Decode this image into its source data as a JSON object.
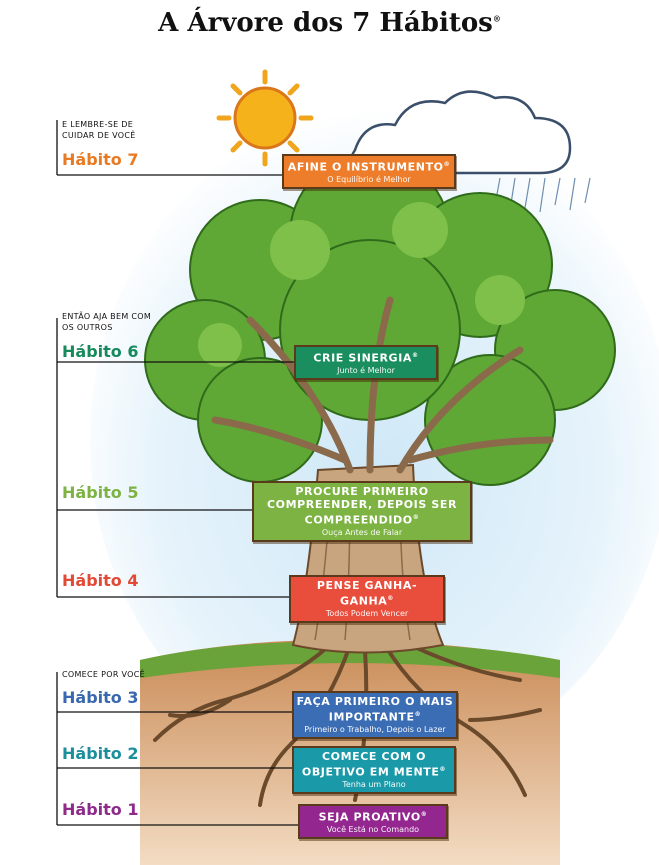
{
  "title": "A Árvore dos 7 Hábitos",
  "title_mark": "®",
  "sections": [
    {
      "note": "E LEMBRE-SE DE CUIDAR DE VOCÊ"
    },
    {
      "note": "ENTÃO AJA BEM COM OS OUTROS"
    },
    {
      "note": "COMECE POR VOCÊ"
    }
  ],
  "habits": [
    {
      "label": "Hábito 7",
      "sign": "AFINE O INSTRUMENTO",
      "subtitle": "O Equilíbrio é Melhor",
      "color": "#ee7d2b",
      "label_color": "#ea7a22"
    },
    {
      "label": "Hábito 6",
      "sign": "CRIE SINERGIA",
      "subtitle": "Junto é Melhor",
      "color": "#1a8e5f",
      "label_color": "#168a5c"
    },
    {
      "label": "Hábito 5",
      "sign": "PROCURE PRIMEIRO COMPREENDER, DEPOIS SER COMPREENDIDO",
      "subtitle": "Ouça Antes de Falar",
      "color": "#7cb342",
      "label_color": "#7cb342"
    },
    {
      "label": "Hábito 4",
      "sign": "PENSE GANHA-GANHA",
      "subtitle": "Todos Podem Vencer",
      "color": "#e94e3c",
      "label_color": "#e24a36"
    },
    {
      "label": "Hábito 3",
      "sign": "FAÇA PRIMEIRO O MAIS IMPORTANTE",
      "subtitle": "Primeiro o Trabalho, Depois o Lazer",
      "color": "#3b6db5",
      "label_color": "#3a68b0"
    },
    {
      "label": "Hábito 2",
      "sign": "COMECE COM O OBJETIVO EM MENTE",
      "subtitle": "Tenha um Plano",
      "color": "#1a9aa8",
      "label_color": "#1b8f9c"
    },
    {
      "label": "Hábito 1",
      "sign": "SEJA PROATIVO",
      "subtitle": "Você Está no Comando",
      "color": "#93278f",
      "label_color": "#8e2a8a"
    }
  ],
  "sign_mark": "®"
}
